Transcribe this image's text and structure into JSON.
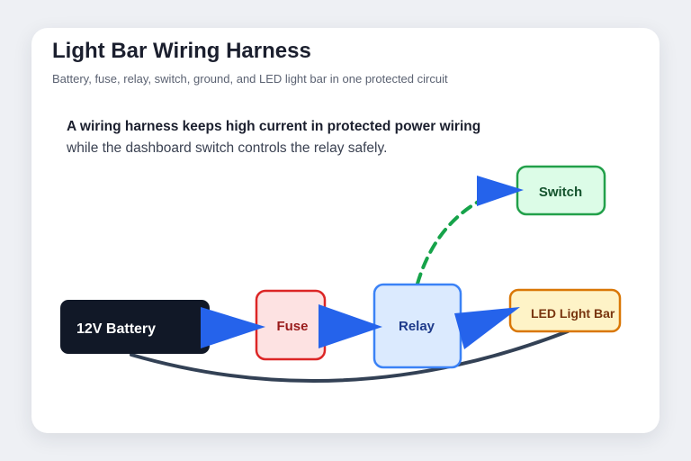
{
  "header": {
    "title": "Light Bar Wiring Harness",
    "subtitle": "Battery, fuse, relay, switch, ground, and LED light bar in one protected circuit"
  },
  "lead": {
    "headline": "A wiring harness keeps high current in protected power wiring",
    "body": "while the dashboard switch controls the relay safely."
  },
  "nodes": {
    "battery": "12V Battery",
    "fuse": "Fuse",
    "relay": "Relay",
    "switch": "Switch",
    "lightbar": "LED Light Bar"
  },
  "colors": {
    "arrow": "#2563eb",
    "ground_wire": "#334155",
    "control_wire": "#16a34a",
    "battery_fill": "#111827",
    "fuse_stroke": "#dc2626",
    "fuse_fill": "#fde2e2",
    "relay_stroke": "#3b82f6",
    "relay_fill": "#dbeafe",
    "switch_stroke": "#22a04a",
    "switch_fill": "#dcfce7",
    "lightbar_stroke": "#d97706",
    "lightbar_fill": "#fef3c7"
  }
}
